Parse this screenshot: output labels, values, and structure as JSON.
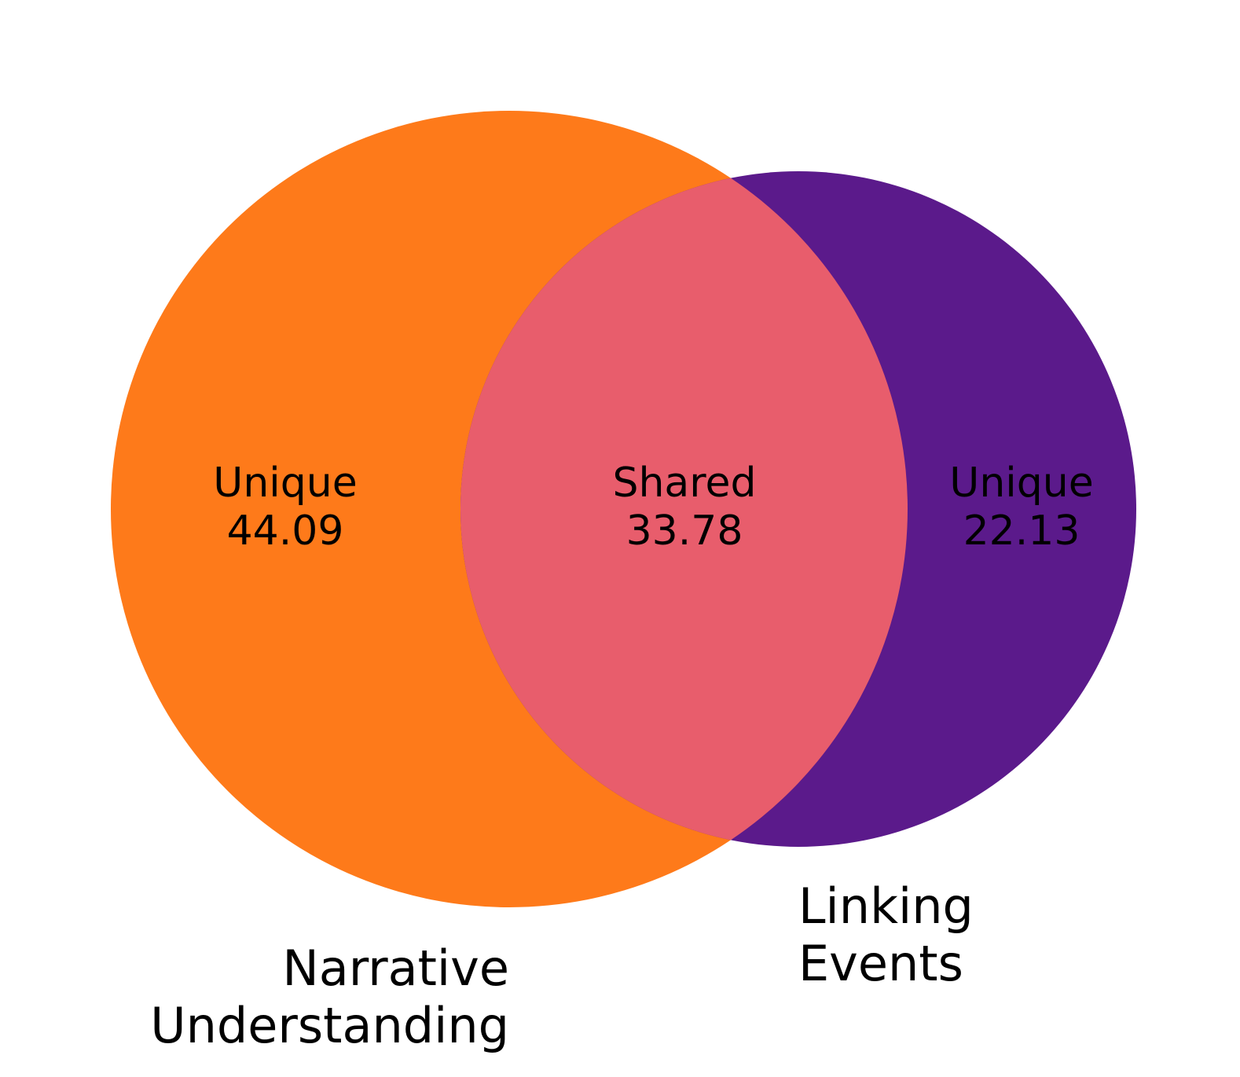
{
  "diagram": {
    "type": "venn2",
    "colors": {
      "set_a": "#fe7a1a",
      "set_b": "#5b1a8b",
      "overlap": "#e85d6c"
    },
    "sets": [
      {
        "name_lines": [
          "Narrative",
          "Understanding"
        ]
      },
      {
        "name_lines": [
          "Linking",
          "Events"
        ]
      }
    ],
    "regions": {
      "a_only": {
        "label": "Unique",
        "value": "44.09"
      },
      "overlap": {
        "label": "Shared",
        "value": "33.78"
      },
      "b_only": {
        "label": "Unique",
        "value": "22.13"
      }
    }
  }
}
